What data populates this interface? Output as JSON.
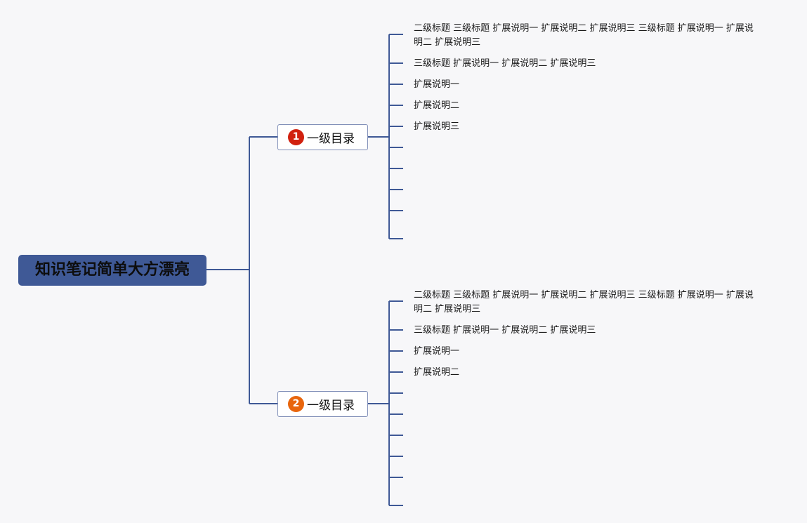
{
  "root": {
    "label": "知识笔记简单大方漂亮"
  },
  "colors": {
    "line": "#3f5996",
    "root_fill": "#3f5996",
    "badge_1": "#d1210f",
    "badge_2": "#e8650c"
  },
  "branches": [
    {
      "badge": "1",
      "label": "一级目录",
      "items": [
        "二级标题 三级标题 扩展说明一 扩展说明二 扩展说明三 三级标题 扩展说明一 扩展说明二 扩展说明三",
        "三级标题 扩展说明一 扩展说明二 扩展说明三",
        "扩展说明一",
        "扩展说明二",
        "扩展说明三",
        "",
        "",
        "",
        "",
        ""
      ]
    },
    {
      "badge": "2",
      "label": "一级目录",
      "items": [
        "二级标题 三级标题 扩展说明一 扩展说明二 扩展说明三 三级标题 扩展说明一 扩展说明二 扩展说明三",
        "三级标题 扩展说明一 扩展说明二 扩展说明三",
        "扩展说明一",
        "扩展说明二",
        "",
        "",
        "",
        "",
        "",
        ""
      ]
    }
  ]
}
